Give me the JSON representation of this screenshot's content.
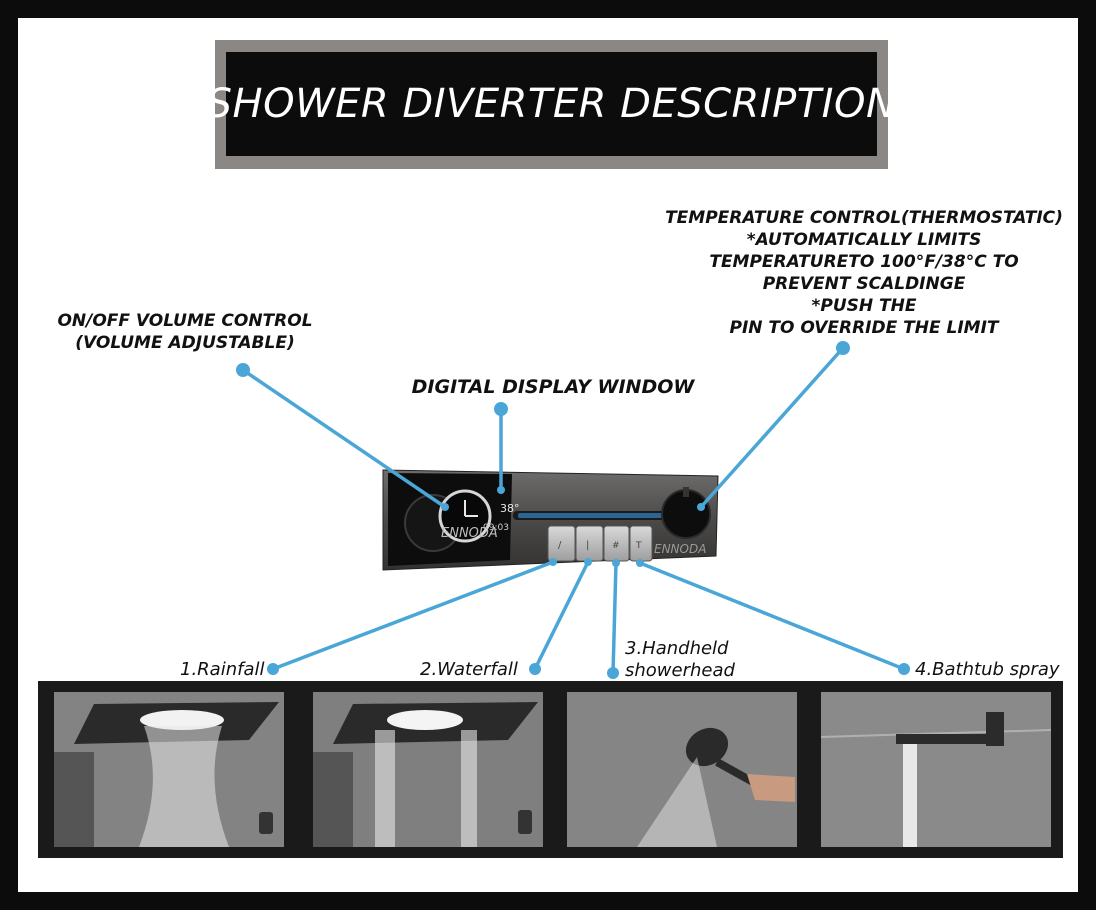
{
  "title": "SHOWER DIVERTER DESCRIPTION",
  "callouts": {
    "temperature": [
      "TEMPERATURE CONTROL(THERMOSTATIC)",
      "*AUTOMATICALLY LIMITS",
      "TEMPERATURETO 100°F/38°C TO",
      "PREVENT SCALDINGE",
      "*PUSH THE",
      "PIN TO OVERRIDE THE LIMIT"
    ],
    "volume": [
      "ON/OFF VOLUME CONTROL",
      "(VOLUME ADJUSTABLE)"
    ],
    "display": "DIGITAL DISPLAY WINDOW"
  },
  "panel": {
    "brand": "ENNODA",
    "display_temp": "38°",
    "display_time": "09:03"
  },
  "modes": [
    {
      "label": "1.Rainfall"
    },
    {
      "label": "2.Waterfall"
    },
    {
      "label_line1": "3.Handheld",
      "label_line2": "showerhead"
    },
    {
      "label": "4.Bathtub spray"
    }
  ],
  "colors": {
    "callout_line": "#4aa6d6",
    "frame": "#0c0c0c",
    "title_bg": "#0c0c0c",
    "title_border": "#8a8785"
  }
}
